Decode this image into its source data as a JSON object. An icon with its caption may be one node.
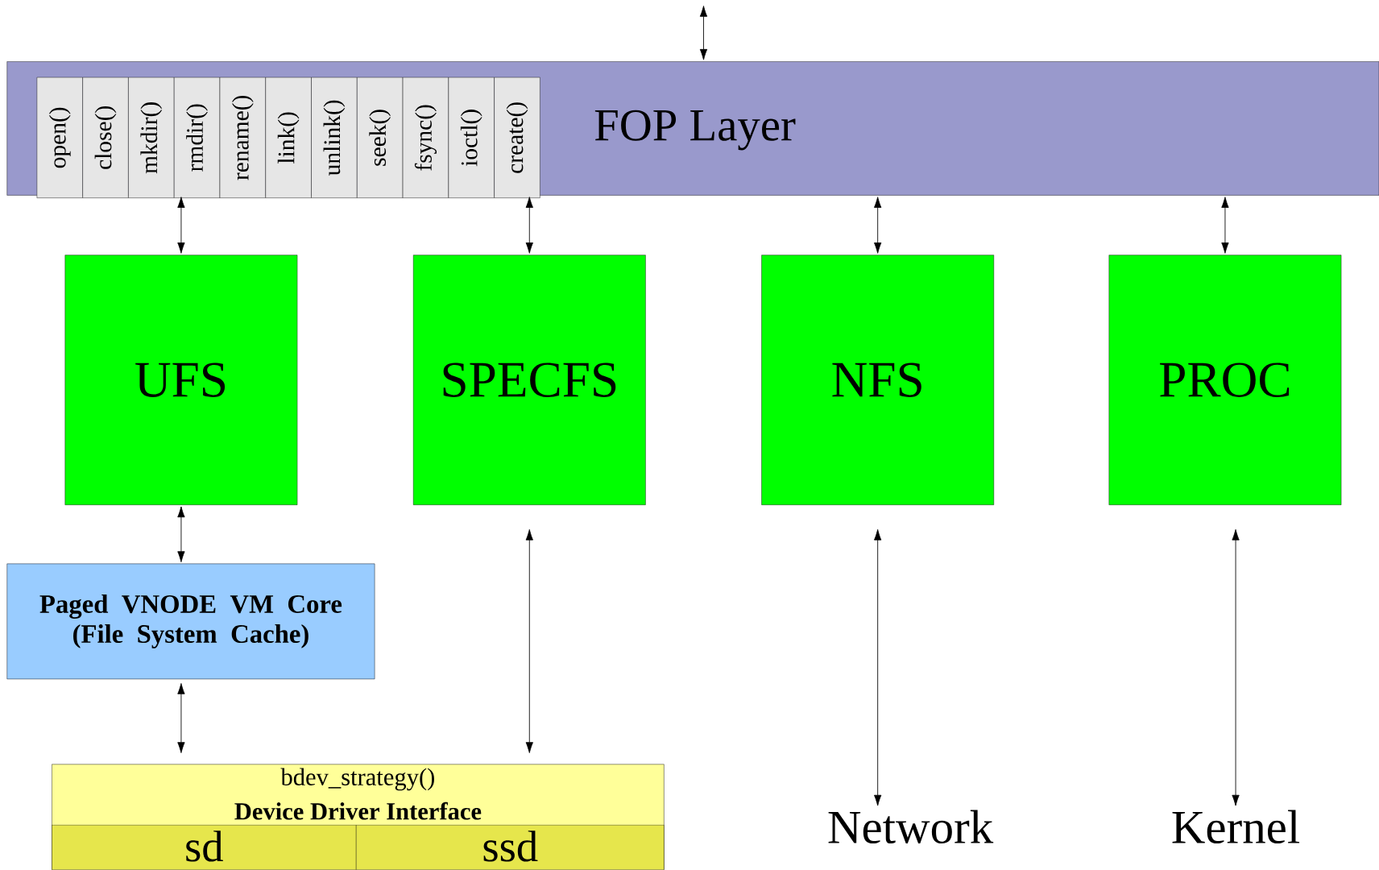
{
  "diagram": {
    "nodes": [
      {
        "text": [
          "FOP Layer"
        ]
      },
      {
        "text": [
          "open()"
        ],
        "in": 0
      },
      {
        "text": [
          "close()"
        ],
        "in": 0
      },
      {
        "text": [
          "mkdir()"
        ],
        "in": 0
      },
      {
        "text": [
          "rmdir()"
        ],
        "in": 0
      },
      {
        "text": [
          "rename()"
        ],
        "in": 0
      },
      {
        "text": [
          "link()"
        ],
        "in": 0
      },
      {
        "text": [
          "unlink()"
        ],
        "in": 0
      },
      {
        "text": [
          "seek()"
        ],
        "in": 0
      },
      {
        "text": [
          "fsync()"
        ],
        "in": 0
      },
      {
        "text": [
          "ioctl()"
        ],
        "in": 0
      },
      {
        "text": [
          "create()"
        ],
        "in": 0
      },
      {
        "text": [
          "UFS"
        ]
      },
      {
        "text": [
          "SPECFS"
        ]
      },
      {
        "text": [
          "NFS"
        ]
      },
      {
        "text": [
          "PROC"
        ]
      },
      {
        "text": [
          "Paged VNODE VM Core (File System Cache)"
        ]
      },
      {
        "text": [
          "bdev_strategy()",
          "Device Driver Interface"
        ]
      },
      {
        "text": [
          "sd"
        ],
        "in": 17
      },
      {
        "text": [
          "ssd"
        ],
        "in": 17
      },
      {
        "text": [
          "Network"
        ]
      },
      {
        "text": [
          "Kernel"
        ]
      }
    ],
    "edges": [
      {
        "from": null,
        "to": 0,
        "arrow": "both"
      },
      {
        "from": 0,
        "to": 12,
        "arrow": "both"
      },
      {
        "from": 0,
        "to": 13,
        "arrow": "both"
      },
      {
        "from": 0,
        "to": 14,
        "arrow": "both"
      },
      {
        "from": 0,
        "to": 15,
        "arrow": "both"
      },
      {
        "from": 12,
        "to": 16,
        "arrow": "both"
      },
      {
        "from": 16,
        "to": 17,
        "arrow": "both"
      },
      {
        "from": 13,
        "to": 17,
        "arrow": "both"
      },
      {
        "from": 14,
        "to": 20,
        "arrow": "both"
      },
      {
        "from": 15,
        "to": 21,
        "arrow": "both"
      }
    ]
  }
}
